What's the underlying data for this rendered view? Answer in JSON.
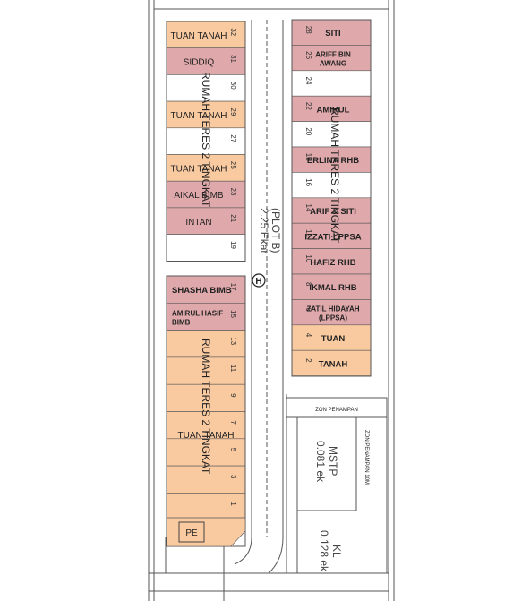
{
  "colors": {
    "orange": "#f9c9a0",
    "pink": "#dfa8aa",
    "white": "#ffffff",
    "line": "#555555"
  },
  "left_block_top": [
    {
      "num": "32",
      "owner": "TUAN TANAH",
      "color": "orange"
    },
    {
      "num": "31",
      "owner": "SIDDIQ",
      "color": "pink"
    },
    {
      "num": "30",
      "owner": "",
      "color": "white"
    },
    {
      "num": "29",
      "owner": "TUAN TANAH",
      "color": "orange"
    },
    {
      "num": "27",
      "owner": "",
      "color": "white"
    },
    {
      "num": "25",
      "owner": "TUAN TANAH",
      "color": "orange"
    },
    {
      "num": "23",
      "owner": "AIKAL BIMB",
      "color": "pink"
    },
    {
      "num": "21",
      "owner": "INTAN",
      "color": "pink"
    },
    {
      "num": "19",
      "owner": "",
      "color": "white"
    }
  ],
  "left_block_bottom": [
    {
      "num": "17",
      "owner": "SHASHA BIMB",
      "color": "pink"
    },
    {
      "num": "15",
      "owner": "AMIRUL HASIF BIMB",
      "color": "pink"
    },
    {
      "num": "13",
      "owner": "",
      "color": "orange"
    },
    {
      "num": "11",
      "owner": "",
      "color": "orange"
    },
    {
      "num": "9",
      "owner": "",
      "color": "orange"
    },
    {
      "num": "7",
      "owner": "",
      "color": "orange"
    },
    {
      "num": "5",
      "owner": "",
      "color": "orange"
    },
    {
      "num": "3",
      "owner": "",
      "color": "orange"
    },
    {
      "num": "1",
      "owner": "",
      "color": "orange"
    }
  ],
  "left_bottom_owner": "TUAN TANAH",
  "right_block": [
    {
      "num": "28",
      "owner": "SITI",
      "color": "pink"
    },
    {
      "num": "26",
      "owner": "ARIFF BIN AWANG",
      "color": "pink"
    },
    {
      "num": "24",
      "owner": "",
      "color": "white"
    },
    {
      "num": "22",
      "owner": "AMIRUL",
      "color": "pink"
    },
    {
      "num": "20",
      "owner": "",
      "color": "white"
    },
    {
      "num": "18",
      "owner": "ERLINA RHB",
      "color": "pink"
    },
    {
      "num": "16",
      "owner": "",
      "color": "white"
    },
    {
      "num": "14",
      "owner": "ARIF & SITI",
      "color": "pink"
    },
    {
      "num": "12",
      "owner": "IZZATI LPPSA",
      "color": "pink"
    },
    {
      "num": "10",
      "owner": "HAFIZ RHB",
      "color": "pink"
    },
    {
      "num": "8",
      "owner": "IKMAL RHB",
      "color": "pink"
    },
    {
      "num": "6",
      "owner": "ZATIL HIDAYAH (LPPSA)",
      "color": "pink"
    },
    {
      "num": "4",
      "owner": "TUAN",
      "color": "orange"
    },
    {
      "num": "2",
      "owner": "TANAH",
      "color": "orange"
    }
  ],
  "labels": {
    "block_type": "RUMAH TERES 2 TINGKAT",
    "plot": "(PLOT B)",
    "area": "2.25 Ekar",
    "hydrant": "H",
    "substation": "PE",
    "zon_penampan": "ZON PENAMPAN",
    "zon_penampan_10m": "ZON PENAMPAN 10M",
    "mstp": "MSTP",
    "mstp_area": "0.081 ek",
    "kl": "KL",
    "kl_area": "0.128 ek"
  }
}
